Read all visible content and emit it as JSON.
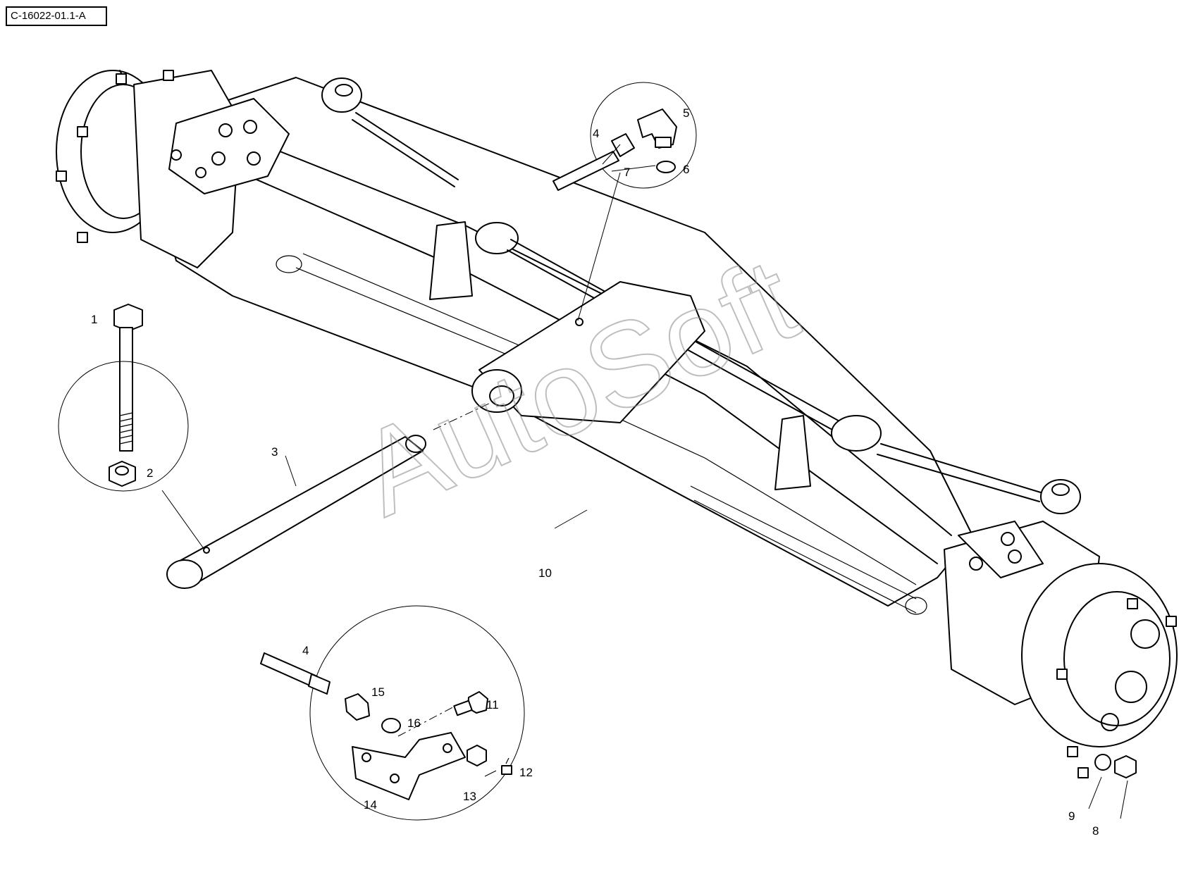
{
  "reference_code": "C-16022-01.1-A",
  "watermark": "AutoSoft",
  "callouts": {
    "n1": "1",
    "n2": "2",
    "n3": "3",
    "n4a": "4",
    "n4b": "4",
    "n5": "5",
    "n6": "6",
    "n7": "7",
    "n8": "8",
    "n9": "9",
    "n10": "10",
    "n11": "11",
    "n12": "12",
    "n13": "13",
    "n14": "14",
    "n15": "15",
    "n16": "16"
  }
}
